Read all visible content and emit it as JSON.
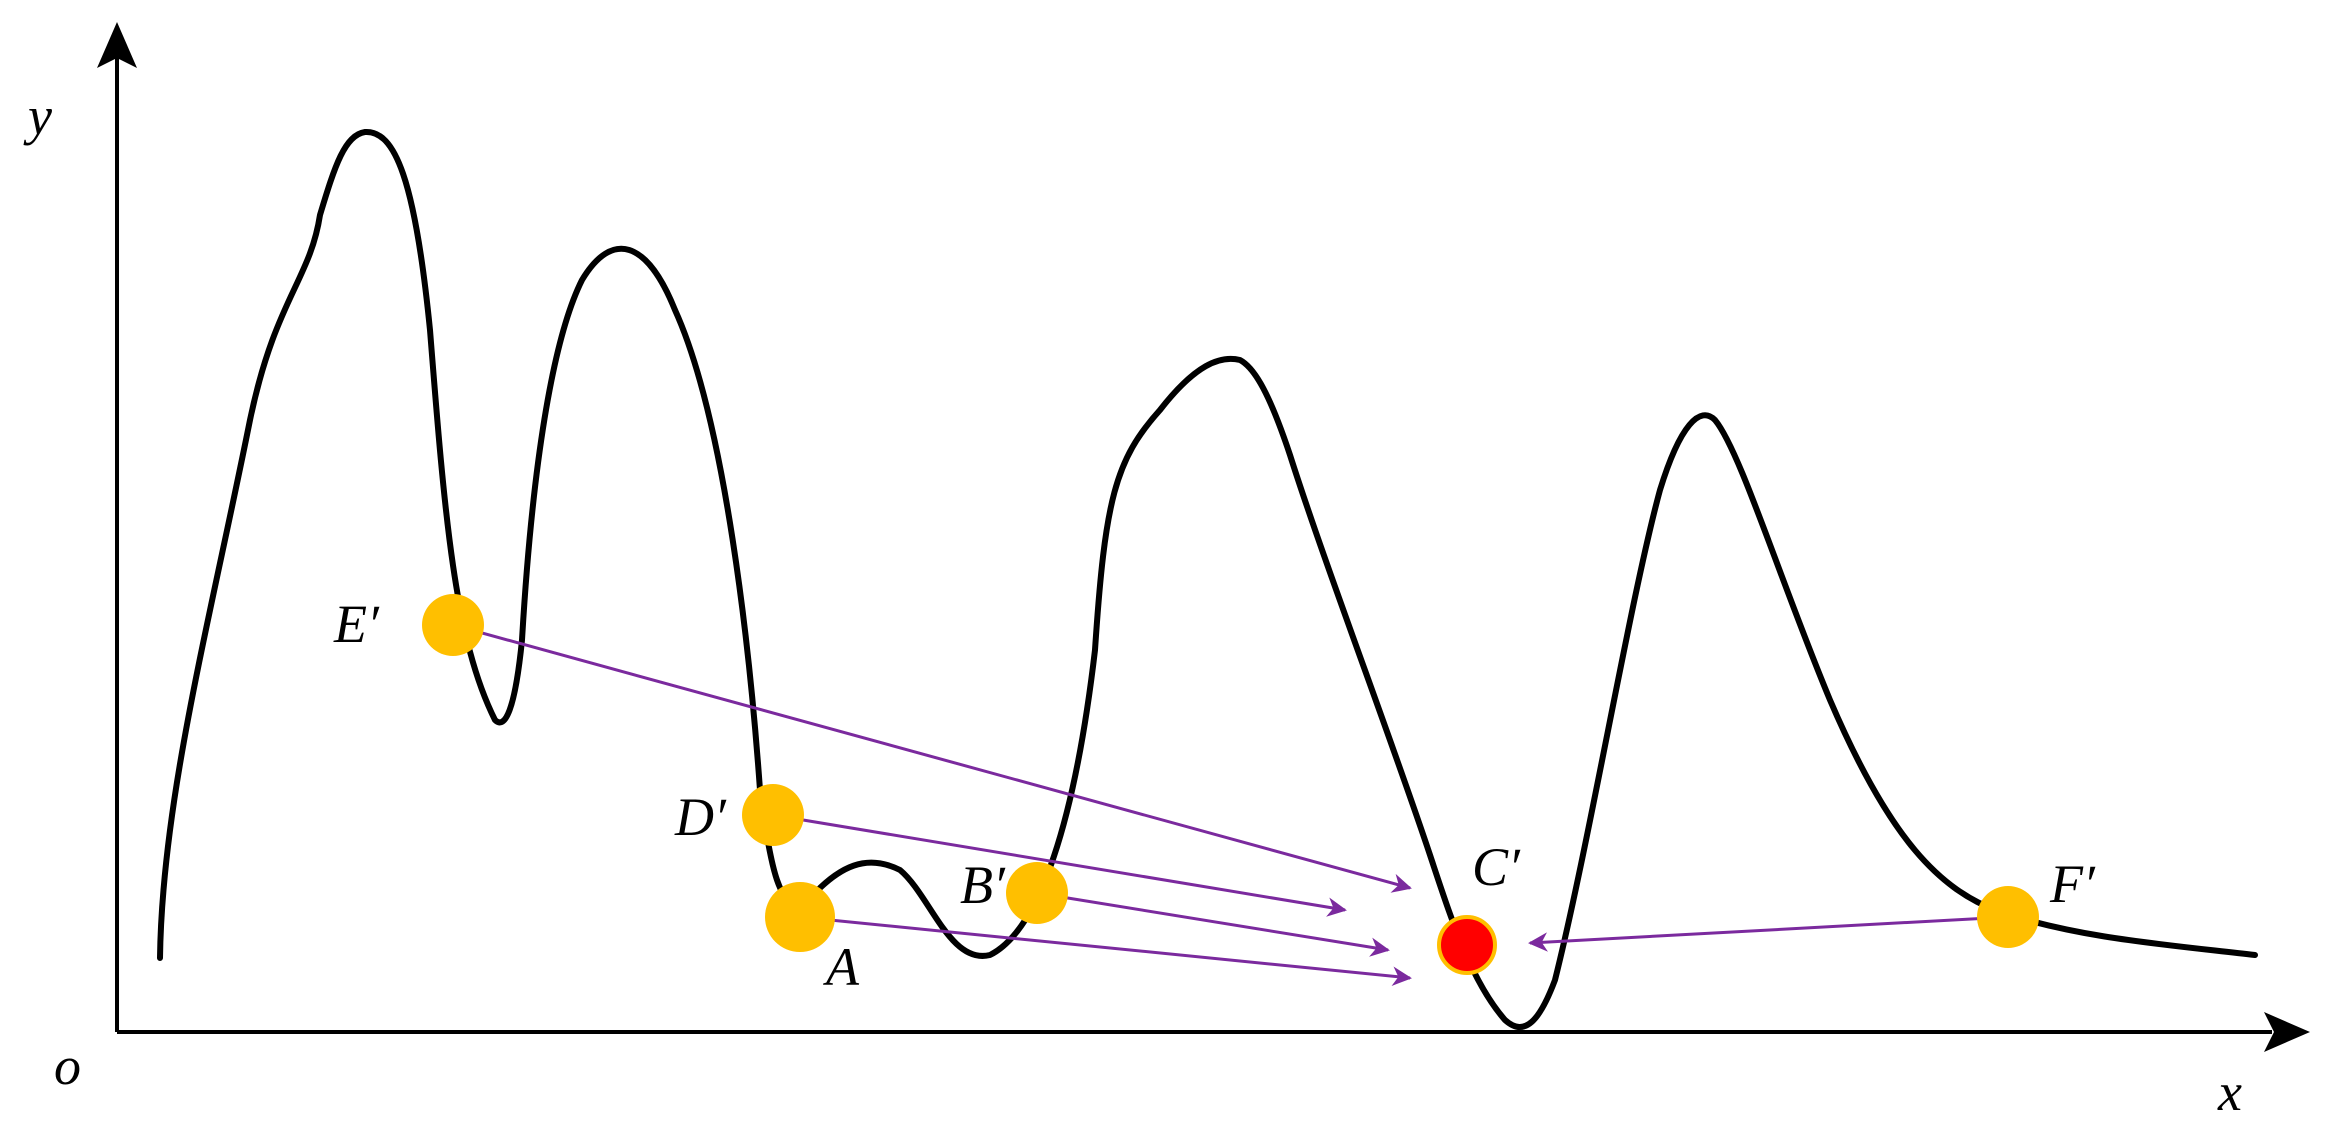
{
  "axes": {
    "origin_label": "o",
    "x_label": "x",
    "y_label": "y"
  },
  "points": {
    "A": {
      "label": "A"
    },
    "B": {
      "label": "B′"
    },
    "C": {
      "label": "C′"
    },
    "D": {
      "label": "D′"
    },
    "E": {
      "label": "E′"
    },
    "F": {
      "label": "F′"
    }
  },
  "colors": {
    "curve": "#000000",
    "axis": "#000000",
    "point": "#FFBF00",
    "best_point": "#FF0000",
    "best_point_stroke": "#FFBF00",
    "arrow": "#7B2A9E"
  }
}
